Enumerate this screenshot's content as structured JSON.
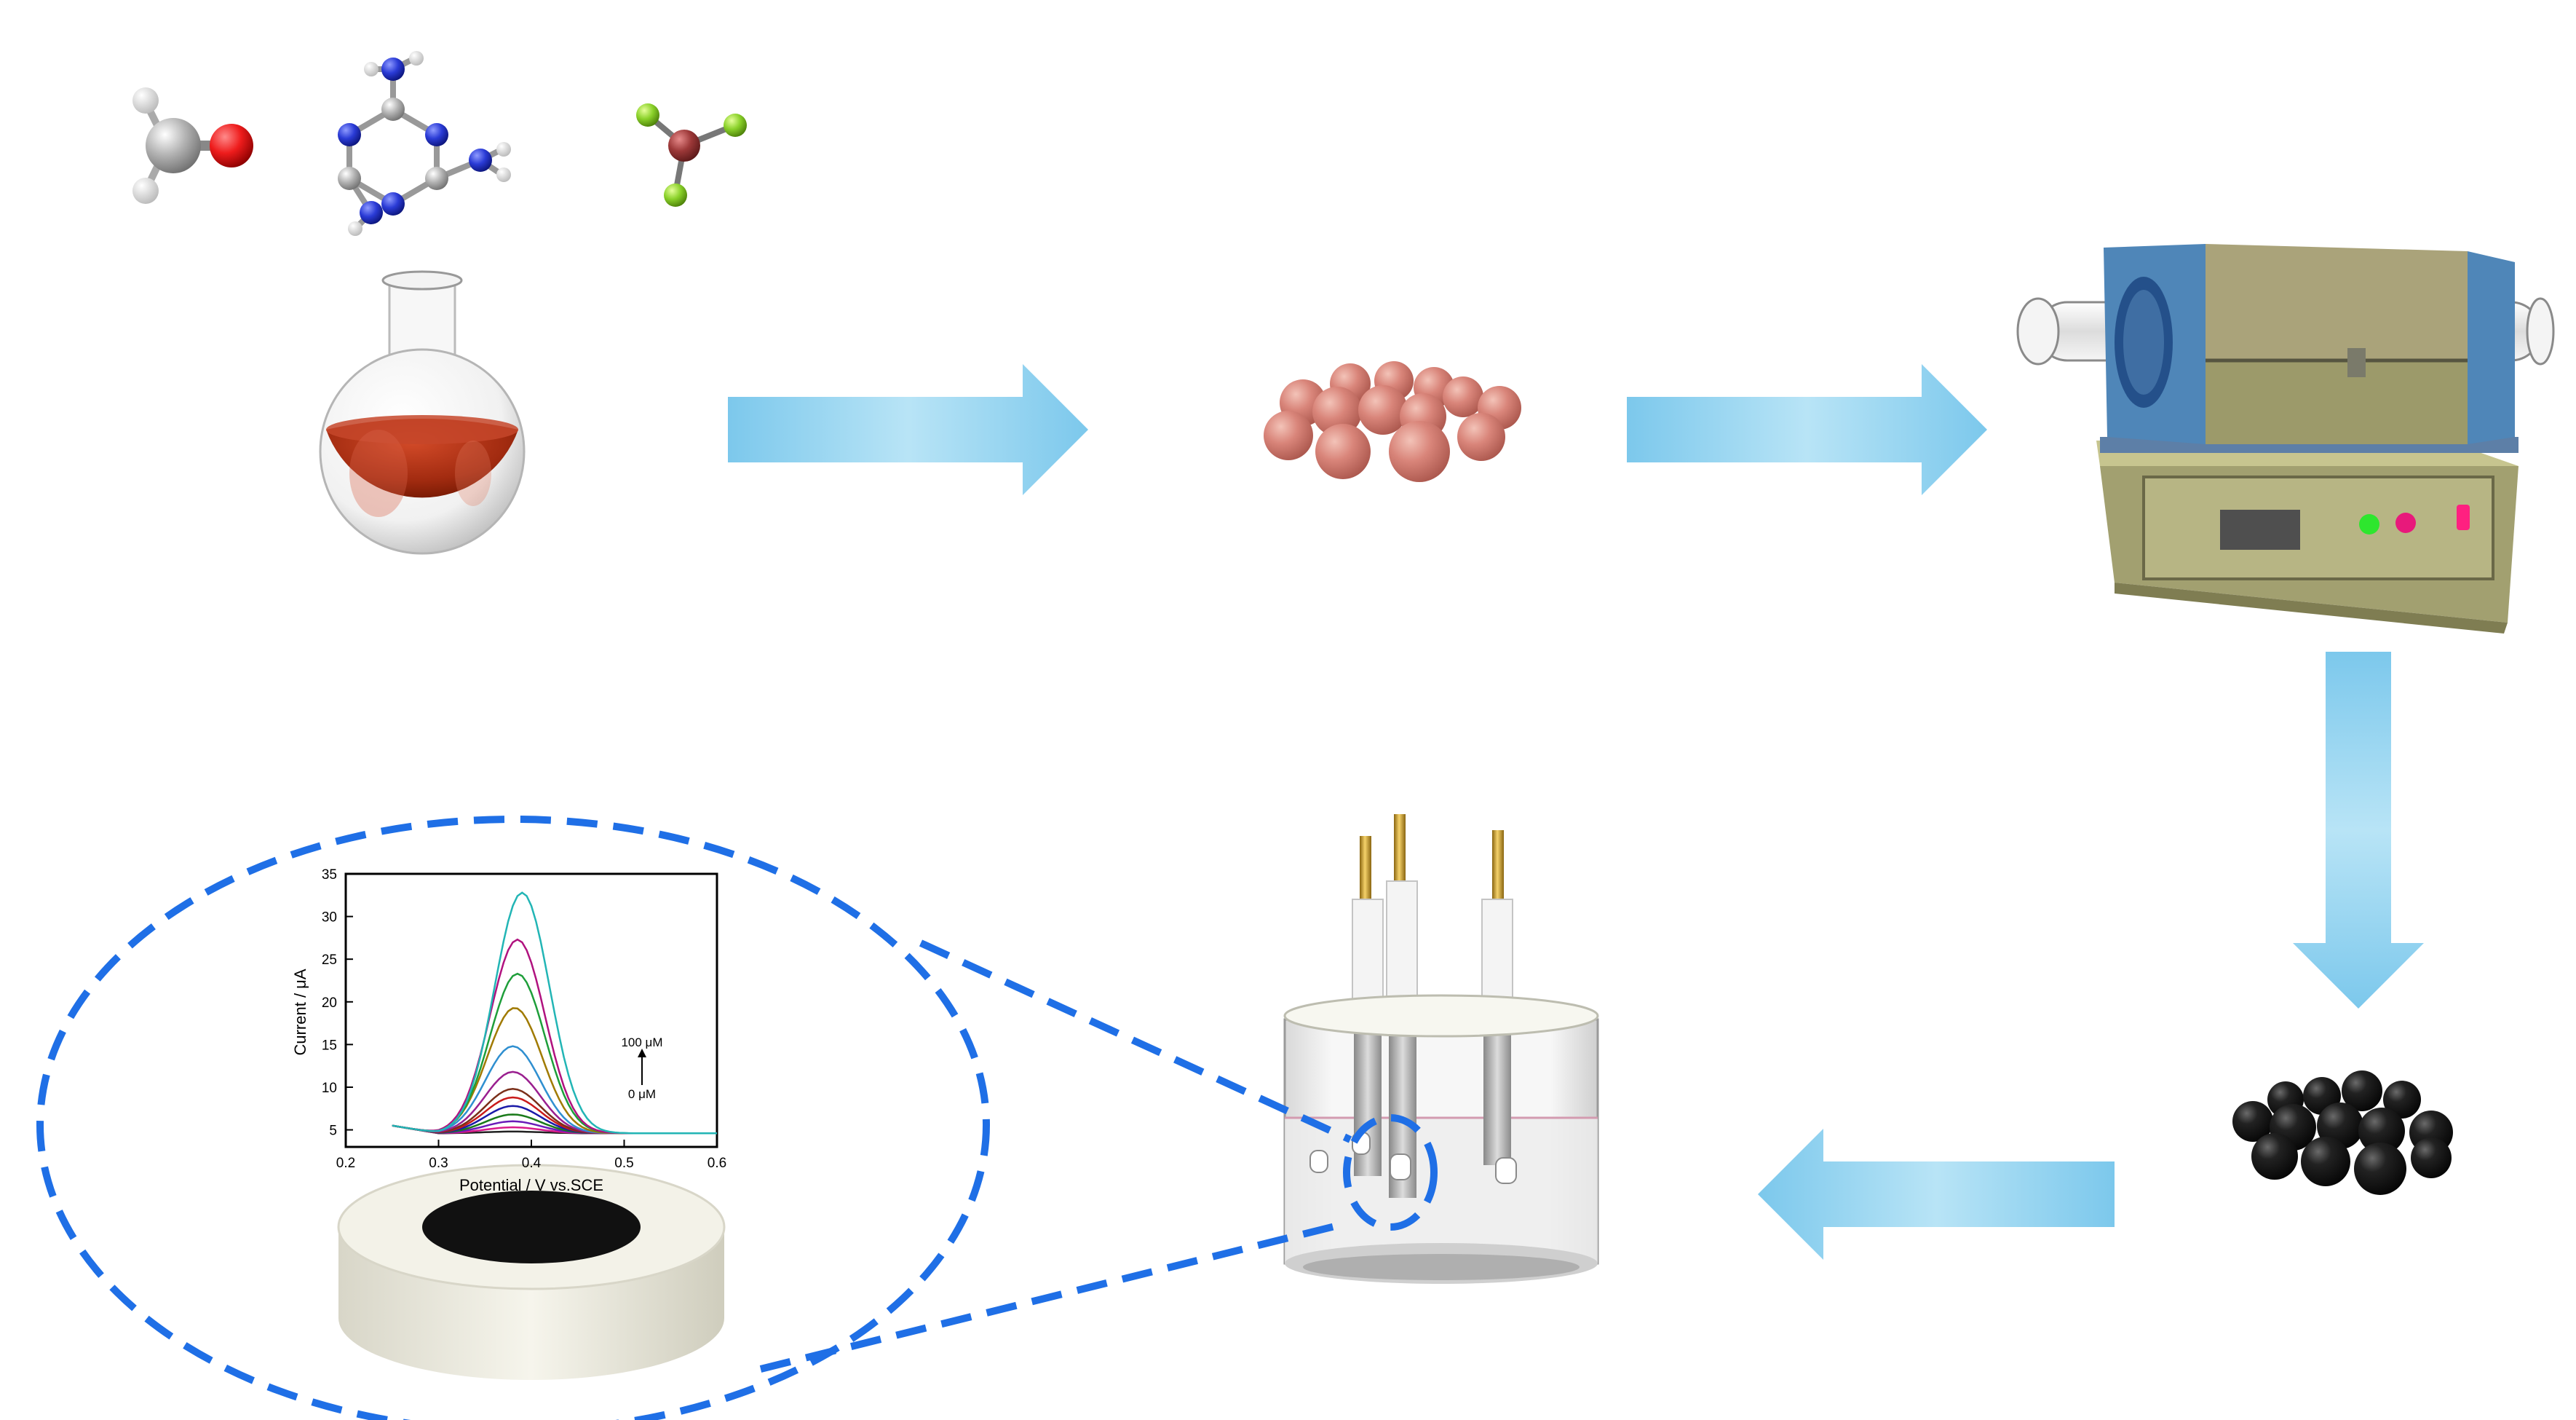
{
  "chart_data": {
    "type": "line",
    "title": "",
    "xlabel": "Potential / V vs.SCE",
    "ylabel": "Current / μA",
    "xlim": [
      0.2,
      0.6
    ],
    "ylim": [
      3,
      35
    ],
    "x_ticks": [
      "0.2",
      "0.3",
      "0.4",
      "0.5",
      "0.6"
    ],
    "y_ticks": [
      "5",
      "10",
      "15",
      "20",
      "25",
      "30",
      "35"
    ],
    "grid": false,
    "legend": "none",
    "annotation_top": "100 μM",
    "annotation_bottom": "0 μM",
    "series": [
      {
        "peak_current": 33,
        "peak_potential": 0.39,
        "color": "#22b5b5"
      },
      {
        "peak_current": 27.5,
        "peak_potential": 0.385,
        "color": "#b0127f"
      },
      {
        "peak_current": 23.5,
        "peak_potential": 0.385,
        "color": "#1e9e3a"
      },
      {
        "peak_current": 19.5,
        "peak_potential": 0.382,
        "color": "#a07a00"
      },
      {
        "peak_current": 15,
        "peak_potential": 0.38,
        "color": "#2f8fd0"
      },
      {
        "peak_current": 12,
        "peak_potential": 0.38,
        "color": "#9a1f8f"
      },
      {
        "peak_current": 10,
        "peak_potential": 0.38,
        "color": "#7a2f1a"
      },
      {
        "peak_current": 9,
        "peak_potential": 0.38,
        "color": "#c81a1a"
      },
      {
        "peak_current": 8,
        "peak_potential": 0.38,
        "color": "#1a1aa8"
      },
      {
        "peak_current": 7,
        "peak_potential": 0.38,
        "color": "#1a7a1a"
      },
      {
        "peak_current": 6.2,
        "peak_potential": 0.38,
        "color": "#6a1ab8"
      },
      {
        "peak_current": 5.5,
        "peak_potential": 0.38,
        "color": "#d81a8a"
      },
      {
        "peak_current": 5,
        "peak_potential": 0.38,
        "color": "#222222"
      }
    ]
  },
  "colors": {
    "arrow": "#8fd3f0",
    "dashed_outline": "#1f6fe6",
    "spheres_precursor": "#d9857a",
    "spheres_carbonized": "#151515",
    "furnace_body": "#9c9a6a",
    "furnace_caps": "#4f86b8"
  },
  "icons": {
    "molecule_1": "formaldehyde-icon",
    "molecule_2": "melamine-icon",
    "molecule_3": "boron-trifluoride-icon",
    "flask": "round-bottom-flask-icon",
    "furnace": "tube-furnace-icon",
    "cell": "electrochemical-cell-icon",
    "electrode": "electrode-disk-icon"
  }
}
